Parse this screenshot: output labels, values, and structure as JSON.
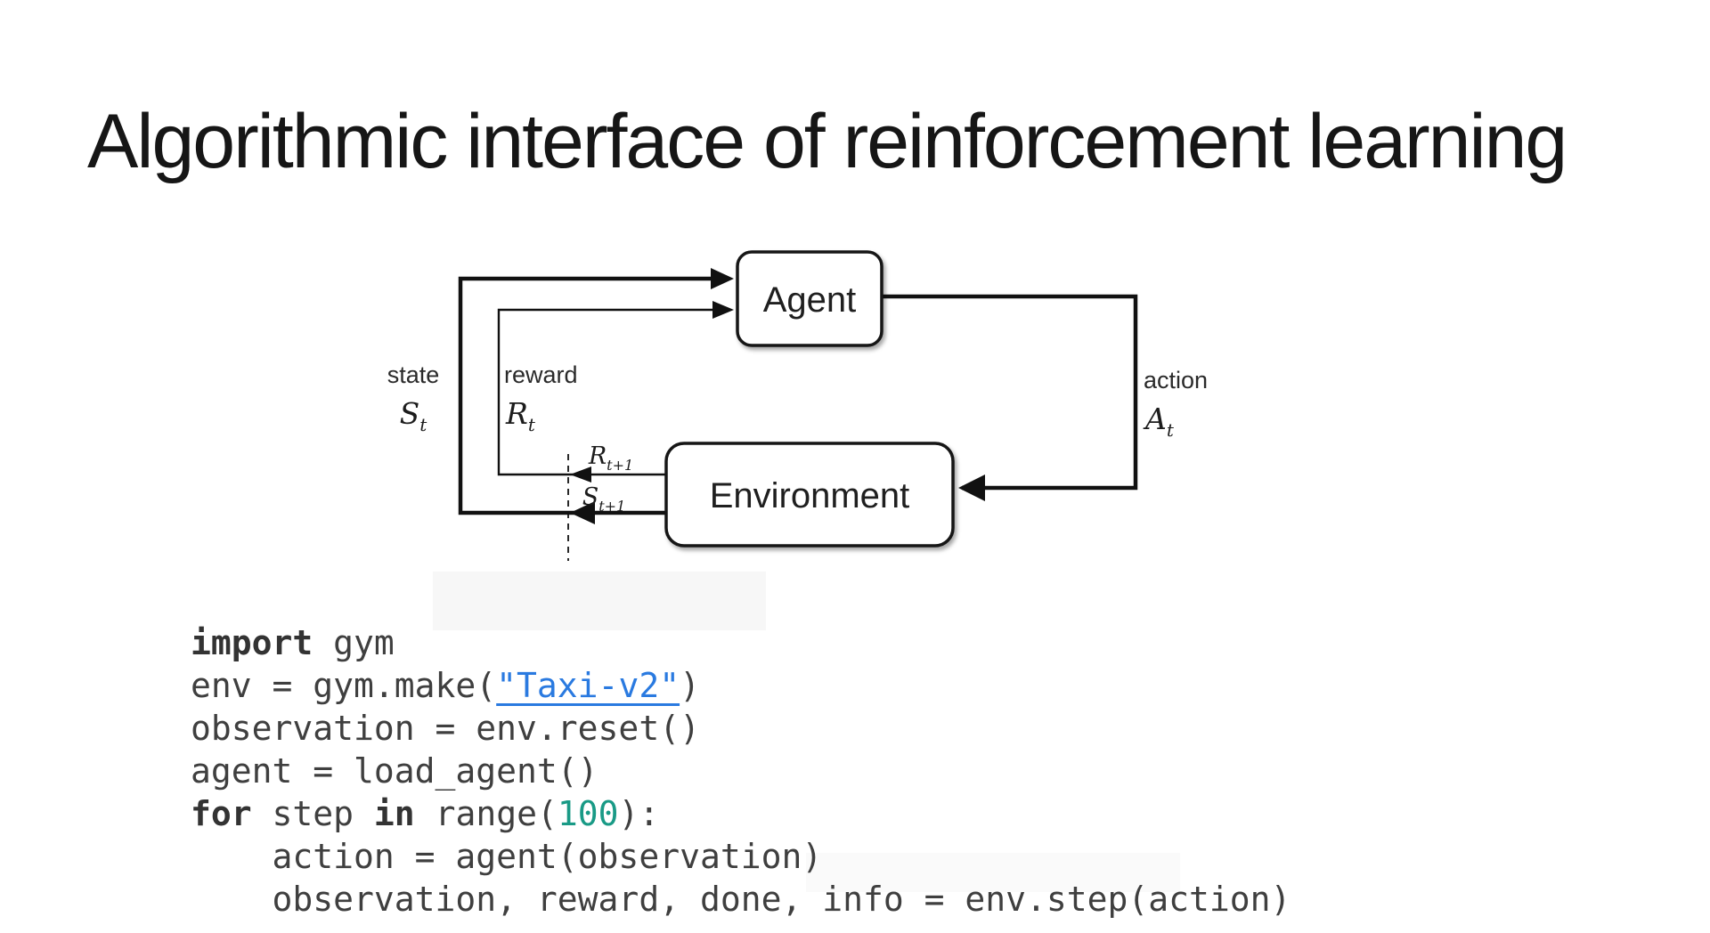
{
  "title": "Algorithmic interface of reinforcement learning",
  "diagram": {
    "agent_label": "Agent",
    "environment_label": "Environment",
    "state_label": "state",
    "state_symbol": "S",
    "state_sub": "t",
    "reward_label": "reward",
    "reward_symbol": "R",
    "reward_sub": "t",
    "action_label": "action",
    "action_symbol": "A",
    "action_sub": "t",
    "next_reward_symbol": "R",
    "next_reward_sub": "t+1",
    "next_state_symbol": "S",
    "next_state_sub": "t+1"
  },
  "code": {
    "lines": [
      [
        {
          "t": "import",
          "c": "kw"
        },
        {
          "t": " gym"
        }
      ],
      [
        {
          "t": "env = gym.make("
        },
        {
          "t": "\"Taxi-v2\"",
          "c": "str"
        },
        {
          "t": ")"
        }
      ],
      [
        {
          "t": "observation = env.reset()"
        }
      ],
      [
        {
          "t": "agent = load_agent()"
        }
      ],
      [
        {
          "t": "for",
          "c": "kw"
        },
        {
          "t": " step "
        },
        {
          "t": "in",
          "c": "kw"
        },
        {
          "t": " range("
        },
        {
          "t": "100",
          "c": "num"
        },
        {
          "t": "):"
        }
      ],
      [
        {
          "t": "    action = agent(observation)"
        }
      ],
      [
        {
          "t": "    observation, reward, done, info = env.step(action)"
        }
      ]
    ]
  },
  "colors": {
    "code_text": "#3f3f3f",
    "keyword": "#333333",
    "string_link": "#2a7ae0",
    "number": "#199a86",
    "diagram_stroke": "#111111",
    "background": "#ffffff"
  }
}
